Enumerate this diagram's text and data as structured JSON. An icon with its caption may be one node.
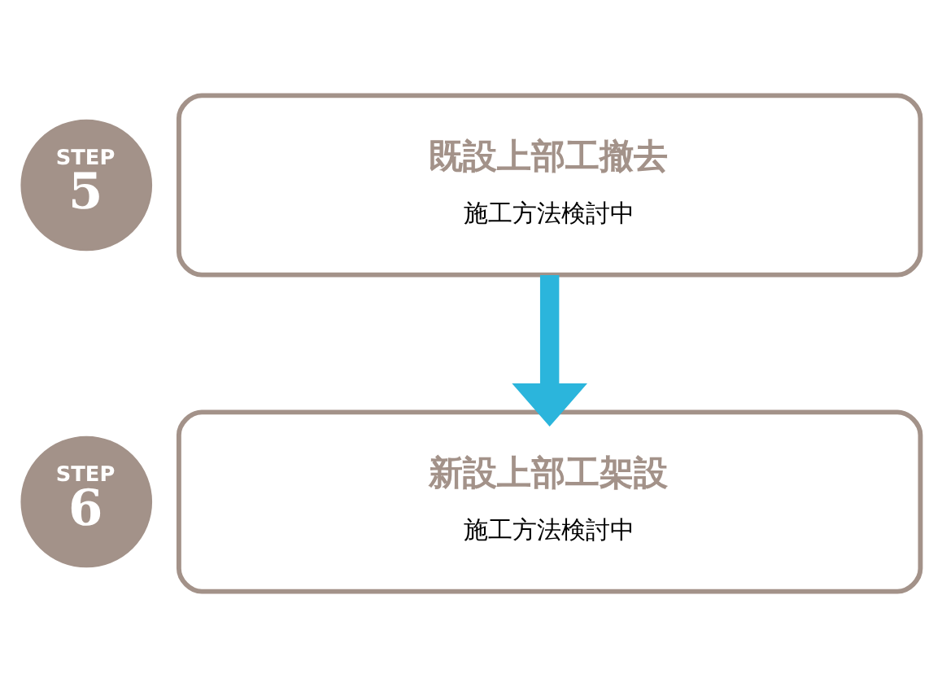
{
  "diagram": {
    "nodes": [
      {
        "text": [
          "STEP",
          "5"
        ]
      },
      {
        "text": [
          "既設上部工撤去",
          "施工方法検討中"
        ]
      },
      {
        "text": [
          "STEP",
          "6"
        ]
      },
      {
        "text": [
          "新設上部工架設",
          "施工方法検討中"
        ]
      }
    ],
    "edges": [
      {
        "from": 1,
        "to": 3,
        "arrow": "to",
        "color": "#2bb5dc"
      }
    ]
  }
}
